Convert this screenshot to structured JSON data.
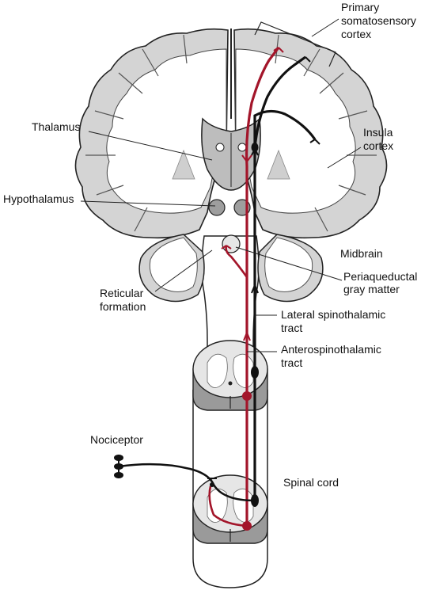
{
  "labels": {
    "primary_line1": "Primary",
    "primary_line2": "somatosensory",
    "primary_line3": "cortex",
    "thalamus": "Thalamus",
    "insula_line1": "Insula",
    "insula_line2": "cortex",
    "hypothalamus": "Hypothalamus",
    "midbrain": "Midbrain",
    "pag_line1": "Periaqueductal",
    "pag_line2": "gray matter",
    "reticular_line1": "Reticular",
    "reticular_line2": "formation",
    "lateral_line1": "Lateral spinothalamic",
    "lateral_line2": "tract",
    "antero_line1": "Anterospinothalamic",
    "antero_line2": "tract",
    "nociceptor": "Nociceptor",
    "spinal_cord": "Spinal cord"
  },
  "colors": {
    "red_tract": "#a3152a",
    "black_tract": "#111111",
    "brain_gray": "#d4d4d4",
    "deep_gray": "#b8b8b8",
    "outline": "#222222"
  }
}
